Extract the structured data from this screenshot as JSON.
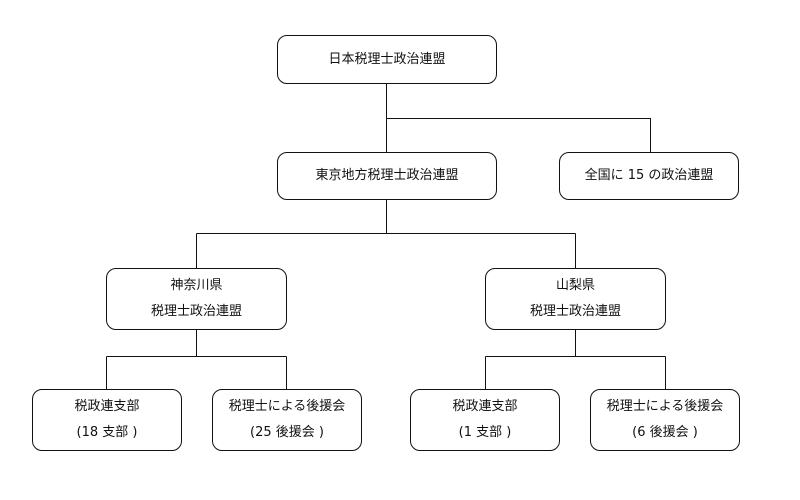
{
  "nodes": {
    "root": "日本税理士政治連盟",
    "tokyo": "東京地方税理士政治連盟",
    "national": "全国に 15 の政治連盟",
    "kanagawa": {
      "line1": "神奈川県",
      "line2": "税理士政治連盟"
    },
    "yamanashi": {
      "line1": "山梨県",
      "line2": "税理士政治連盟"
    },
    "kanagawa_branches": {
      "line1": "税政連支部",
      "line2": "(18 支部 )"
    },
    "kanagawa_support": {
      "line1": "税理士による後援会",
      "line2": "(25 後援会 )"
    },
    "yamanashi_branches": {
      "line1": "税政連支部",
      "line2": "(1 支部 )"
    },
    "yamanashi_support": {
      "line1": "税理士による後援会",
      "line2": "(6 後援会 )"
    }
  }
}
